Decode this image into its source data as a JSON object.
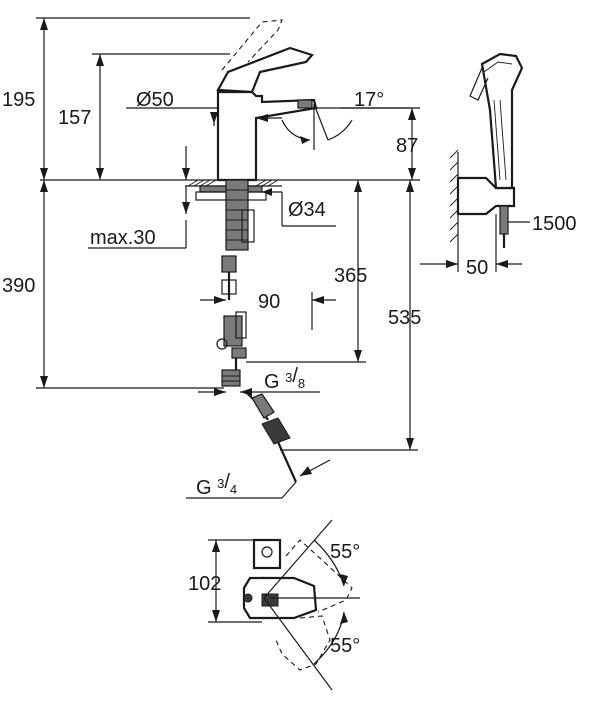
{
  "title": "Technical drawing – basin mixer with hand shower",
  "dimensions": {
    "overall_height": "195",
    "spout_height": "157",
    "spout_diameter": "Ø50",
    "lever_angle": "17°",
    "spout_reach": "87",
    "base_diameter": "Ø34",
    "max_thickness": "max.30",
    "below_counter": "390",
    "valve_depth": "365",
    "valve_offset": "90",
    "total_depth": "535",
    "thread_small_base": "G",
    "thread_small_num": "3",
    "thread_small_den": "8",
    "thread_large_base": "G",
    "thread_large_num": "3",
    "thread_large_den": "4",
    "hose_length": "1500",
    "holder_width": "50",
    "top_view_width": "102",
    "rotation_upper": "55°",
    "rotation_lower": "55°"
  },
  "colors": {
    "line": "#1a1a1a",
    "fill_grey": "#7a7a7a",
    "background": "#ffffff"
  }
}
